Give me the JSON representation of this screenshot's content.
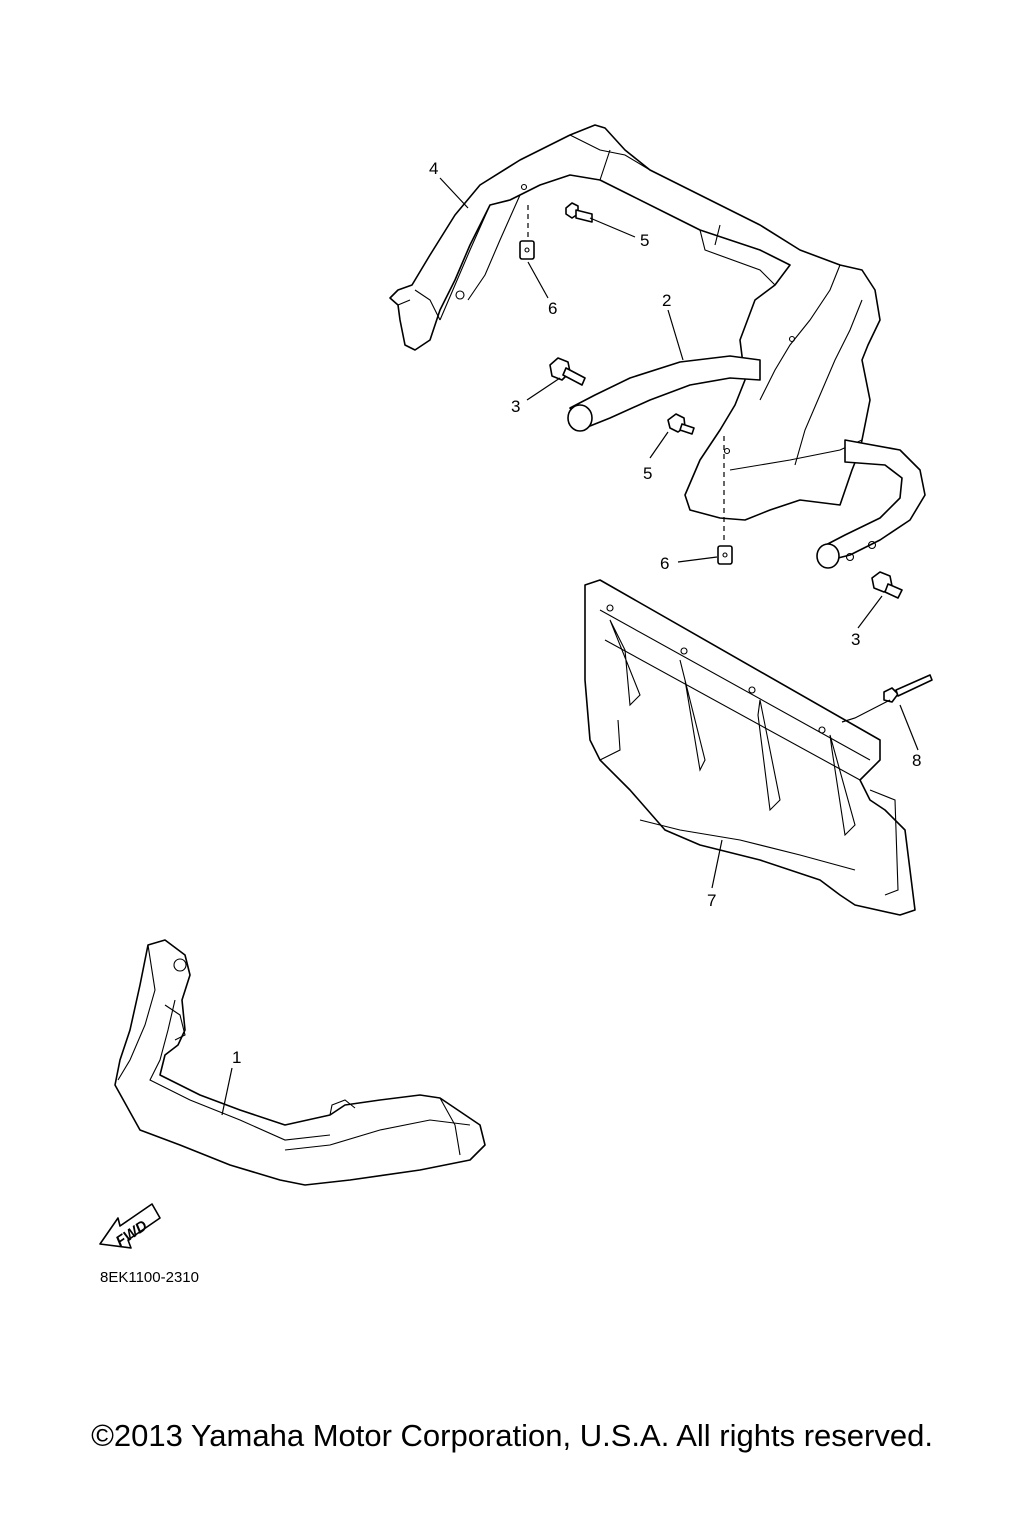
{
  "diagram": {
    "callouts": {
      "c1": "1",
      "c2": "2",
      "c3a": "3",
      "c3b": "3",
      "c4": "4",
      "c5a": "5",
      "c5b": "5",
      "c6a": "6",
      "c6b": "6",
      "c7": "7",
      "c8": "8"
    },
    "fwd_label": "FWD",
    "diagram_code": "8EK1100-2310"
  },
  "footer": {
    "copyright": "©2013 Yamaha Motor Corporation, U.S.A. All rights reserved."
  }
}
